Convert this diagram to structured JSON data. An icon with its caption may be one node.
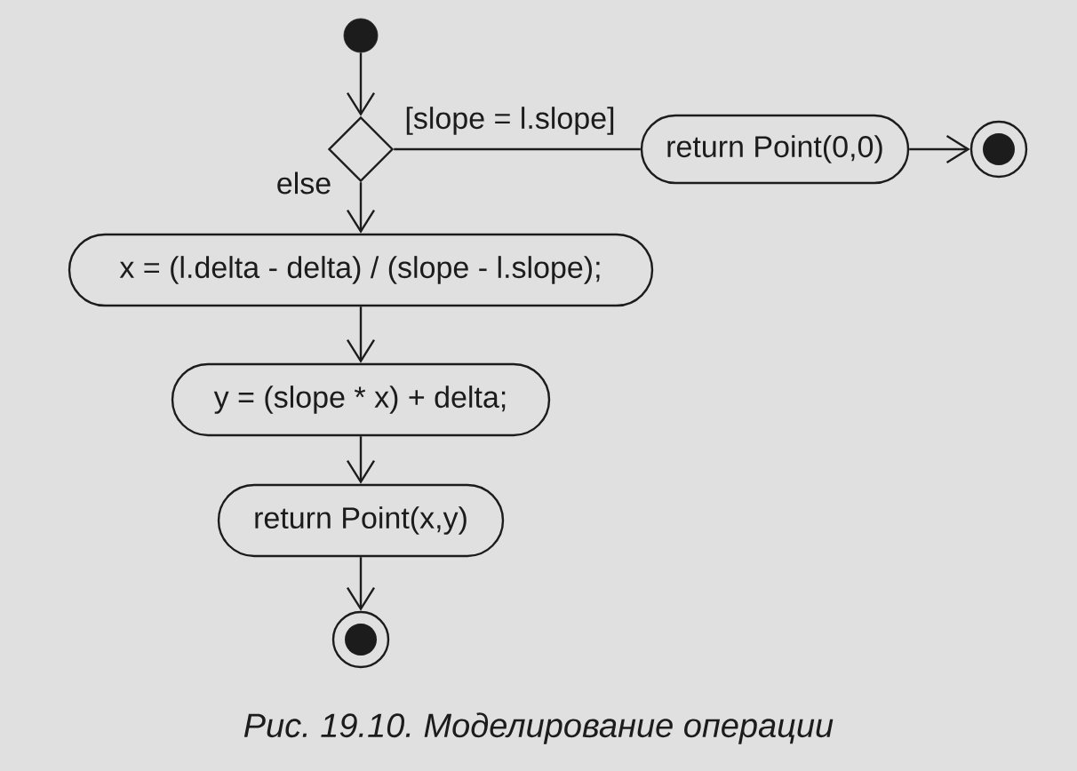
{
  "diagram": {
    "caption": "Рис. 19.10. Моделирование операции",
    "nodes": [
      {
        "text": [],
        "shape": "circle"
      },
      {
        "text": [],
        "shape": "diamond"
      },
      {
        "text": [
          "return Point(0,0)"
        ]
      },
      {
        "text": [],
        "shape": "bullseye"
      },
      {
        "text": [
          "x = (l.delta - delta) / (slope - l.slope);"
        ]
      },
      {
        "text": [
          "y = (slope * x) + delta;"
        ]
      },
      {
        "text": [
          "return Point(x,y)"
        ]
      },
      {
        "text": [],
        "shape": "bullseye"
      }
    ],
    "edges": [
      {
        "from": 0,
        "to": 1,
        "arrow": "to"
      },
      {
        "from": 1,
        "to": 2,
        "arrow": "none",
        "label": "[slope = l.slope]"
      },
      {
        "from": 2,
        "to": 3,
        "arrow": "to"
      },
      {
        "from": 1,
        "to": 4,
        "arrow": "to",
        "label": "else"
      },
      {
        "from": 4,
        "to": 5,
        "arrow": "to"
      },
      {
        "from": 5,
        "to": 6,
        "arrow": "to"
      },
      {
        "from": 6,
        "to": 7,
        "arrow": "to"
      }
    ]
  }
}
